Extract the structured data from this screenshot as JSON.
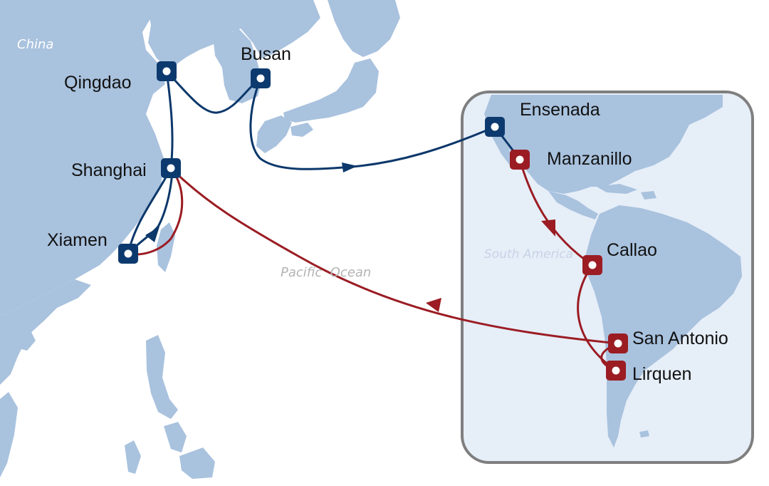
{
  "labels": {
    "china": "China",
    "pacific_ocean": "Pacific  Ocean",
    "south_america": "South America"
  },
  "ports": {
    "qingdao": "Qingdao",
    "busan": "Busan",
    "shanghai": "Shanghai",
    "xiamen": "Xiamen",
    "ensenada": "Ensenada",
    "manzanillo": "Manzanillo",
    "callao": "Callao",
    "san_antonio": "San Antonio",
    "lirquen": "Lirquen"
  },
  "colors": {
    "land": "#a9c2de",
    "water": "#ffffff",
    "inset_fill": "#e6eef8",
    "inset_border": "#7f7f7f",
    "route_blue": "#0c386b",
    "route_red": "#9b1c23",
    "marker_blue": "#0d3a6e",
    "marker_red": "#9b1c23"
  }
}
